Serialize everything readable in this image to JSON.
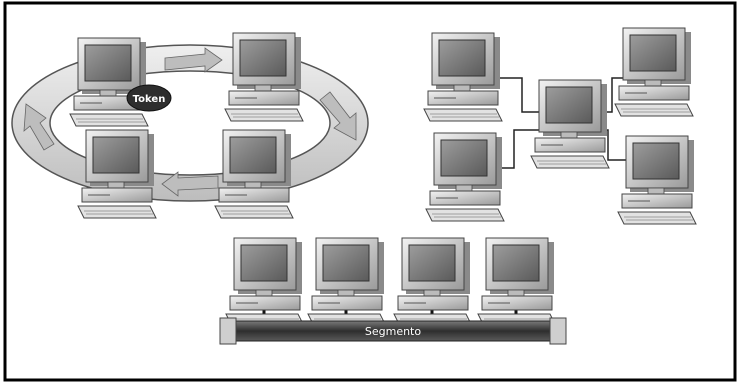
{
  "figure": {
    "topologies": [
      {
        "kind": "ring",
        "token_label": "Token"
      },
      {
        "kind": "star"
      },
      {
        "kind": "bus",
        "segment_label": "Segmento"
      }
    ]
  },
  "colors": {
    "frame": "#000000",
    "ring": "#dcdcdc",
    "monitor_case": "#d9d9d9",
    "monitor_screen": "#7a7a7a",
    "bus_cable": "#3c3c3c",
    "token_fill": "#2e2e2e"
  }
}
